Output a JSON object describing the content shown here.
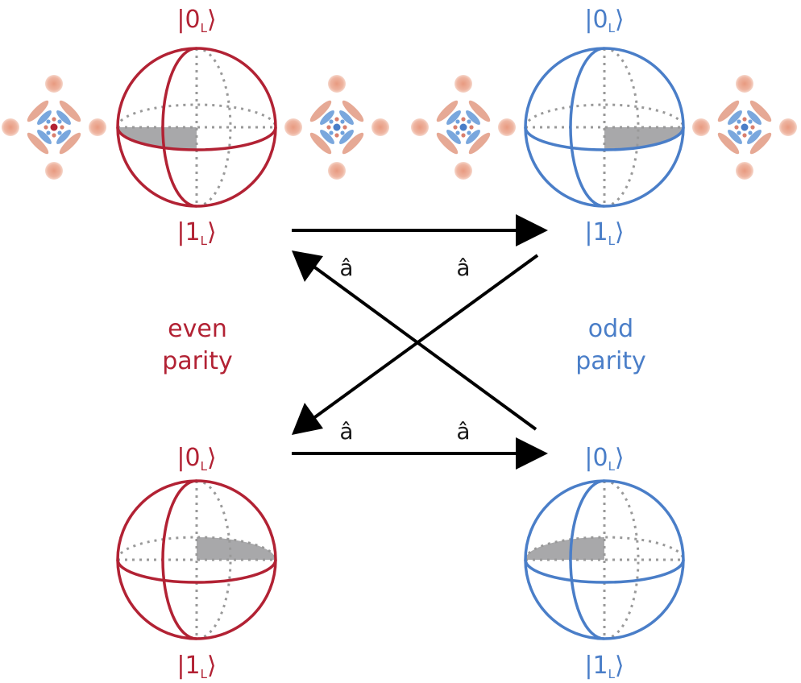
{
  "colors": {
    "even": "#b22234",
    "odd": "#4a7ec8",
    "arrow": "#000000",
    "shade": "#a8a8aa",
    "dots": "#999999",
    "lobe_red": "#e8a28c",
    "lobe_blue": "#6fa1dc"
  },
  "labels": {
    "ket0": "|0",
    "ket1": "|1",
    "sub": "L",
    "close": "⟩",
    "op": "â"
  },
  "parity": {
    "even_line1": "even",
    "even_line2": "parity",
    "odd_line1": "odd",
    "odd_line2": "parity"
  },
  "spheres": [
    {
      "id": "top-left",
      "parity": "even",
      "shaded_quadrant": "front-left"
    },
    {
      "id": "top-right",
      "parity": "odd",
      "shaded_quadrant": "front-right"
    },
    {
      "id": "bottom-left",
      "parity": "even",
      "shaded_quadrant": "back-right"
    },
    {
      "id": "bottom-right",
      "parity": "odd",
      "shaded_quadrant": "back-left"
    }
  ],
  "wigner_icons": [
    {
      "id": "wigner-1",
      "center": "red"
    },
    {
      "id": "wigner-2",
      "center": "blue"
    },
    {
      "id": "wigner-3",
      "center": "blue"
    },
    {
      "id": "wigner-4",
      "center": "blue"
    }
  ]
}
